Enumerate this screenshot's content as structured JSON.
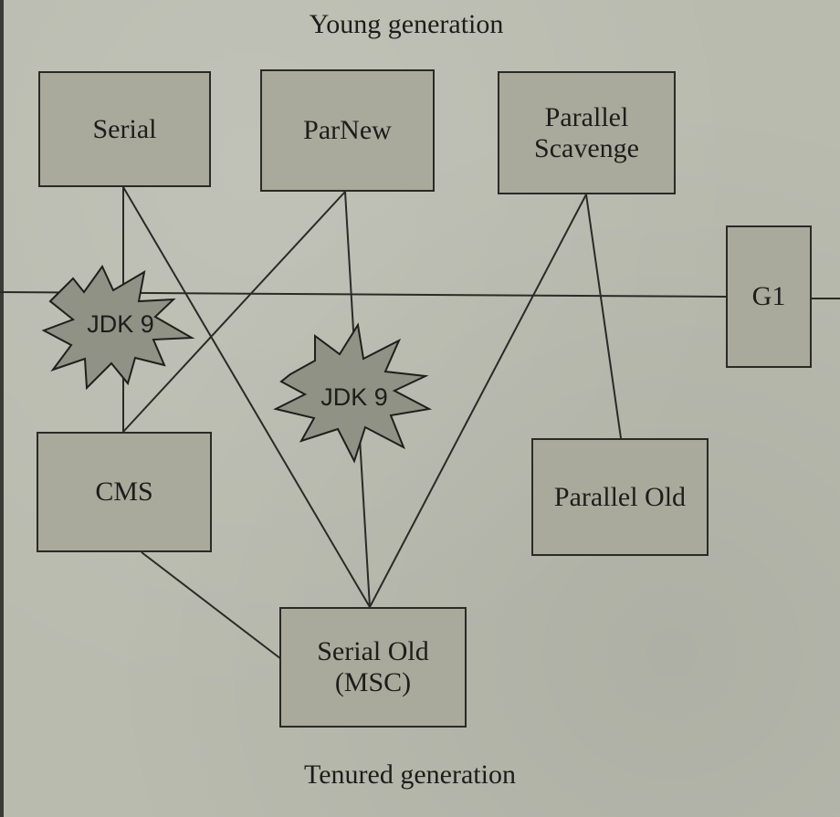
{
  "labels": {
    "top": "Young generation",
    "bottom": "Tenured generation"
  },
  "collectors": {
    "serial": "Serial",
    "parnew": "ParNew",
    "parallel_scavenge": "Parallel\nScavenge",
    "g1": "G1",
    "cms": "CMS",
    "parallel_old": "Parallel Old",
    "serial_old": "Serial Old\n(MSC)"
  },
  "deprecations": {
    "burst_left": "JDK 9",
    "burst_center": "JDK 9"
  },
  "colors": {
    "background": "#b9bbaf",
    "box_fill": "#a9aa9c",
    "burst_fill": "#8f9284",
    "line": "#2a2a27"
  }
}
